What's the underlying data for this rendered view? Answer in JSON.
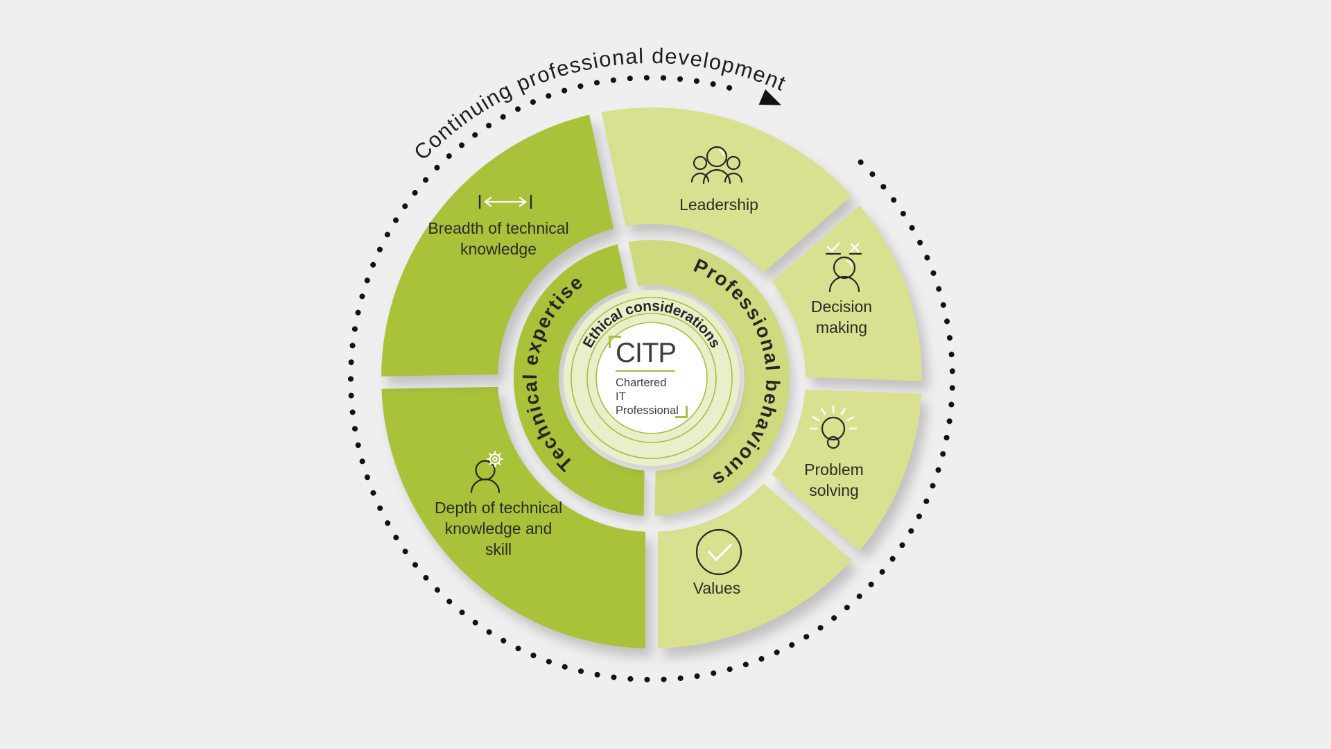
{
  "title_arc": {
    "text": "Continuing professional development"
  },
  "colors": {
    "background": "#efeff0",
    "technical_green": "#a8c23a",
    "behaviour_green": "#d9e08f",
    "middle_right_green": "#cfda7e",
    "pale_ring": "#ebeeca",
    "thin_circle_green": "#a2bf3d",
    "dots_black": "#121212",
    "text_dark": "#2b2b2b",
    "logo_gray": "#3d3d3d",
    "white": "#ffffff"
  },
  "center_logo": {
    "acronym": "CITP",
    "subtitle_line1": "Chartered IT",
    "subtitle_line2": "Professional"
  },
  "inner_ring": {
    "label": "Ethical considerations"
  },
  "middle_ring": {
    "halves": [
      {
        "id": "technical-expertise",
        "label": "Technical expertise",
        "group": "technical",
        "start_angle": 181,
        "end_angle": 348
      },
      {
        "id": "professional-behaviours",
        "label": "Professional behaviours",
        "group": "behaviour_middle",
        "start_angle": -12,
        "end_angle": 181
      }
    ]
  },
  "outer_ring": {
    "segments": [
      {
        "id": "leadership",
        "label": "Leadership",
        "icon": "people-icon",
        "group": "behaviour",
        "start_angle": -12,
        "end_angle": 49
      },
      {
        "id": "decision-making",
        "label": "Decision\nmaking",
        "icon": "person-check-cross-icon",
        "group": "behaviour",
        "start_angle": 49,
        "end_angle": 92
      },
      {
        "id": "problem-solving",
        "label": "Problem\nsolving",
        "icon": "lightbulb-icon",
        "group": "behaviour",
        "start_angle": 92,
        "end_angle": 131
      },
      {
        "id": "values",
        "label": "Values",
        "icon": "checkmark-circle-icon",
        "group": "behaviour",
        "start_angle": 131,
        "end_angle": 180
      },
      {
        "id": "depth-of-technical-knowledge",
        "label": "Depth of technical\nknowledge and\nskill",
        "icon": "person-gear-icon",
        "group": "technical",
        "start_angle": 180,
        "end_angle": 269
      },
      {
        "id": "breadth-of-technical-knowledge",
        "label": "Breadth of technical\nknowledge",
        "icon": "breadth-range-icon",
        "group": "technical",
        "start_angle": 269,
        "end_angle": 348
      }
    ]
  }
}
